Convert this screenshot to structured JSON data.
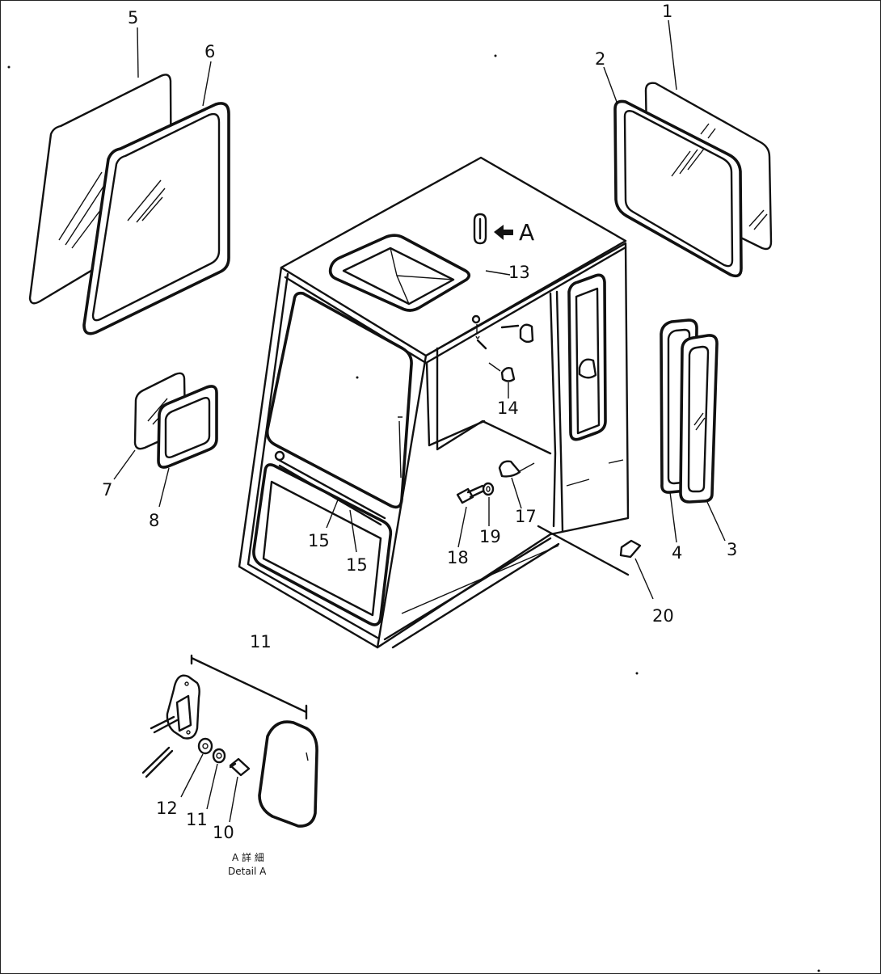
{
  "labels": {
    "p1": "1",
    "p2": "2",
    "p3": "3",
    "p4": "4",
    "p5": "5",
    "p6": "6",
    "p7": "7",
    "p8": "8",
    "p10": "10",
    "p11a": "11",
    "p11b": "11",
    "p12": "12",
    "p13": "13",
    "p14": "14",
    "p15a": "15",
    "p15b": "15",
    "p17": "17",
    "p18": "18",
    "p19": "19",
    "p20": "20"
  },
  "view_marker": "A",
  "detail": {
    "caption_native": "A 詳 細",
    "caption": "Detail A"
  }
}
